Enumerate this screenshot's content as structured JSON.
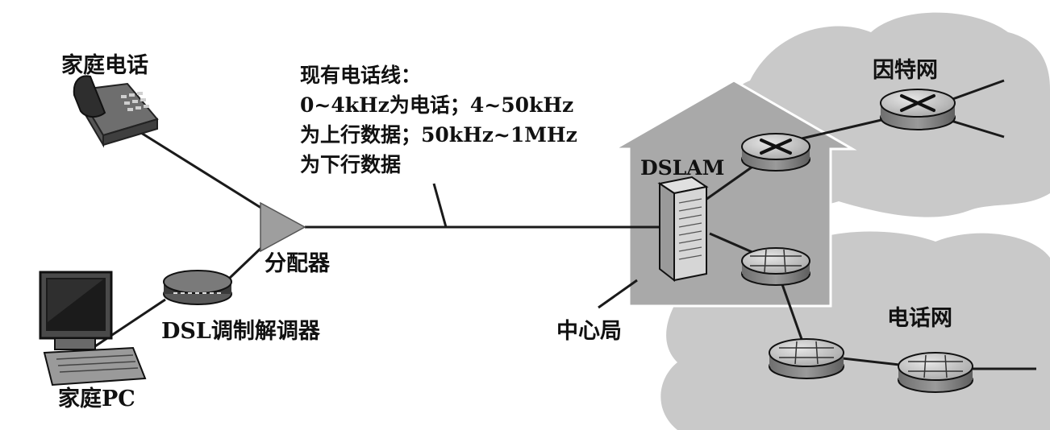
{
  "labels": {
    "home_phone": "家庭电话",
    "home_pc": "家庭PC",
    "splitter": "分配器",
    "dsl_modem": "DSL调制解调器",
    "central_office": "中心局",
    "dslam": "DSLAM",
    "internet": "因特网",
    "telephone_network": "电话网"
  },
  "phone_line_note": [
    "现有电话线：",
    "0~4kHz为电话；4~50kHz",
    "为上行数据；50kHz~1MHz",
    "为下行数据"
  ],
  "colors": {
    "cloud": "#c9c9c9",
    "house": "#a9a9a9",
    "router": "#bdbdbd",
    "line": "#1a1a1a"
  }
}
